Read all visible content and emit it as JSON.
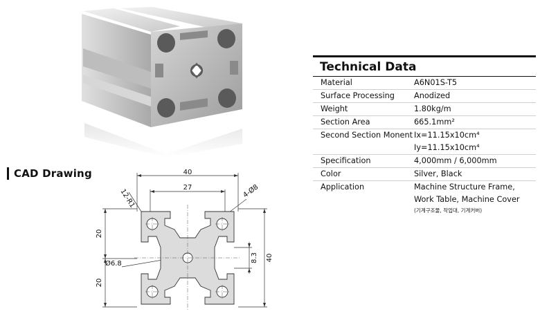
{
  "cad": {
    "title": "CAD Drawing",
    "dims": {
      "width": "40",
      "slot": "27",
      "radius": "12-R1",
      "holes": "4-Ø8",
      "half_top": "20",
      "half_bottom": "20",
      "center_hole": "Ø6.8",
      "slot_inner": "8.3",
      "height": "40"
    }
  },
  "tech": {
    "title": "Technical Data",
    "rows": [
      {
        "label": "Material",
        "values": [
          "A6N01S-T5"
        ]
      },
      {
        "label": "Surface Processing",
        "values": [
          "Anodized"
        ]
      },
      {
        "label": "Weight",
        "values": [
          "1.80kg/m"
        ]
      },
      {
        "label": "Section Area",
        "values": [
          "665.1mm²"
        ]
      },
      {
        "label": "Second Section Monent",
        "values": [
          "Ix=11.15x10cm⁴",
          "Iy=11.15x10cm⁴"
        ]
      },
      {
        "label": "Specification",
        "values": [
          "4,000mm / 6,000mm"
        ]
      },
      {
        "label": "Color",
        "values": [
          "Silver, Black"
        ]
      },
      {
        "label": "Application",
        "values": [
          "Machine Structure Frame,",
          "Work Table, Machine Cover"
        ],
        "note": "(기계구조물, 작업대, 기계커버)"
      }
    ]
  }
}
